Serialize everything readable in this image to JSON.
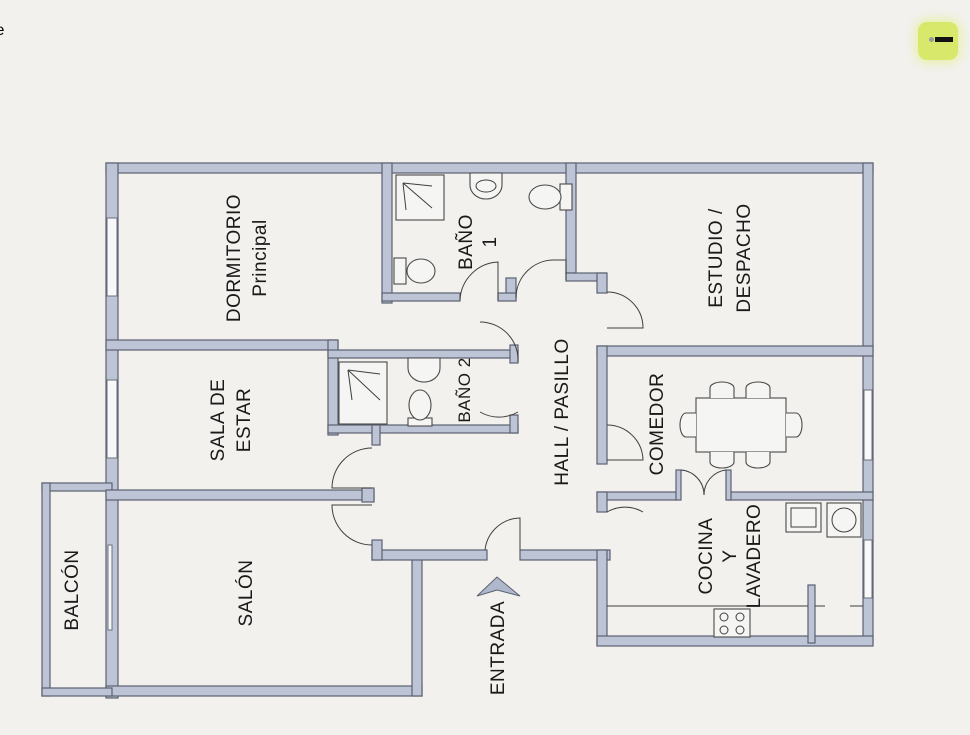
{
  "diagram": {
    "type": "floor-plan",
    "orientation": "rotated-90",
    "colors": {
      "background": "#f2f1ee",
      "wall_fill": "#bcc4d6",
      "wall_stroke": "#5b6170",
      "badge": "#d8e86a"
    },
    "rooms": {
      "dormitorio": {
        "line1": "DORMITORIO",
        "line2": "Principal"
      },
      "bano1": {
        "line1": "BAÑO",
        "line2": "1"
      },
      "estudio": {
        "line1": "ESTUDIO /",
        "line2": "DESPACHO"
      },
      "sala": {
        "line1": "SALA DE",
        "line2": "ESTAR"
      },
      "bano2": {
        "line1": "BAÑO 2"
      },
      "hall": {
        "line1": "HALL / PASILLO"
      },
      "comedor": {
        "line1": "COMEDOR"
      },
      "cocina": {
        "line1": "COCINA",
        "line2": "Y",
        "line3": "LAVADERO"
      },
      "balcon": {
        "line1": "BALCÓN"
      },
      "salon": {
        "line1": "SALÓN"
      },
      "entrada": {
        "line1": "ENTRADA"
      }
    },
    "fixtures": [
      "shower",
      "sink",
      "toilet",
      "dining-table",
      "stove",
      "washing-machine",
      "kitchen-sink"
    ]
  },
  "badge": {
    "label": "page-badge"
  }
}
